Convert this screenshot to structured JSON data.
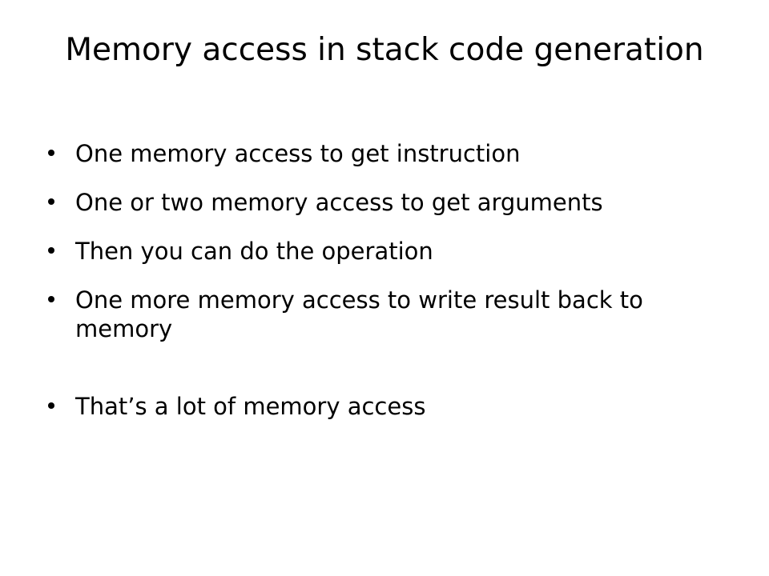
{
  "slide": {
    "title": "Memory access in stack code generation",
    "bullets": [
      "One memory access to get instruction",
      "One or two memory access to get arguments",
      "Then you can do the operation",
      "One more memory access to write result back to memory",
      "That’s a lot of memory access"
    ]
  }
}
